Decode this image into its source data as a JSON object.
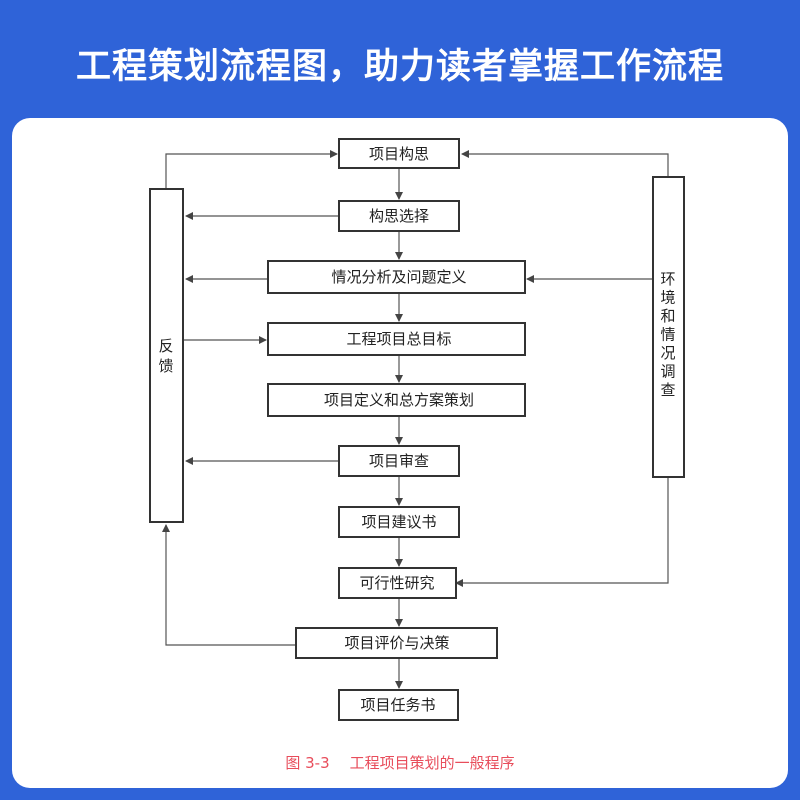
{
  "banner": {
    "title": "工程策划流程图，助力读者掌握工作流程"
  },
  "diagram": {
    "nodes": {
      "concept": "项目构思",
      "concept_selection": "构思选择",
      "situation_analysis": "情况分析及问题定义",
      "overall_goal": "工程项目总目标",
      "definition_planning": "项目定义和总方案策划",
      "review": "项目审查",
      "proposal": "项目建议书",
      "feasibility": "可行性研究",
      "evaluation": "项目评价与决策",
      "task_book": "项目任务书"
    },
    "feedback_label": [
      "反",
      "馈"
    ],
    "environment_label": [
      "环",
      "境",
      "和",
      "情",
      "况",
      "调",
      "查"
    ]
  },
  "caption": {
    "figure_number": "图 3-3",
    "title": "工程项目策划的一般程序"
  },
  "colors": {
    "banner": "#2f63d8",
    "caption": "#e84d5b"
  }
}
